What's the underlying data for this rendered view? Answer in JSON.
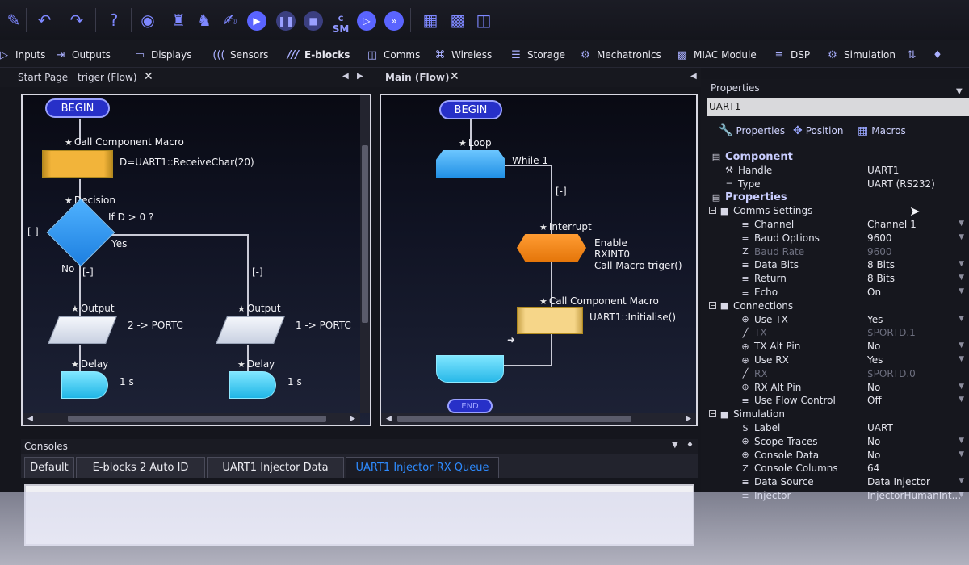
{
  "toolbar": {
    "icons": [
      "document-icon",
      "undo-icon",
      "redo-icon",
      "help-icon",
      "view-icon",
      "ghost-icon",
      "debug-icon",
      "inspect-icon",
      "play-icon",
      "pause-icon",
      "stop-icon",
      "step-into-icon",
      "step-over-icon",
      "fast-forward-icon",
      "calculator-icon",
      "chip-icon",
      "download-icon"
    ],
    "step_label": "SM"
  },
  "menu": {
    "items": [
      {
        "label": "Inputs",
        "icon": "inputs-icon"
      },
      {
        "label": "Outputs",
        "icon": "outputs-icon"
      },
      {
        "label": "Displays",
        "icon": "displays-icon"
      },
      {
        "label": "Sensors",
        "icon": "sensors-icon"
      },
      {
        "label": "E-blocks",
        "icon": "eblocks-icon"
      },
      {
        "label": "Comms",
        "icon": "comms-icon"
      },
      {
        "label": "Wireless",
        "icon": "wireless-icon"
      },
      {
        "label": "Storage",
        "icon": "storage-icon"
      },
      {
        "label": "Mechatronics",
        "icon": "mechatronics-icon"
      },
      {
        "label": "MIAC Module",
        "icon": "miac-icon"
      },
      {
        "label": "DSP",
        "icon": "dsp-icon"
      },
      {
        "label": "Simulation",
        "icon": "simulation-icon"
      }
    ]
  },
  "tabs": {
    "start_page": "Start Page",
    "trigger_flow": "triger (Flow)",
    "main_flow": "Main (Flow)",
    "close": "✕"
  },
  "left_flow": {
    "begin": "BEGIN",
    "call_macro_label": "Call Component Macro",
    "call_macro_text": "D=UART1::ReceiveChar(20)",
    "decision_label": "Decision",
    "decision_text": "If D > 0 ?",
    "yes": "Yes",
    "no": "No",
    "branch_marker": "[-]",
    "output_label": "Output",
    "output_no_text": "2 -> PORTC",
    "output_yes_text": "1 -> PORTC",
    "delay_label": "Delay",
    "delay_text": "1 s"
  },
  "main_flow": {
    "begin": "BEGIN",
    "loop_label": "Loop",
    "loop_text": "While 1",
    "branch_marker": "[-]",
    "interrupt_label": "Interrupt",
    "interrupt_lines": [
      "Enable",
      "RXINT0",
      "Call Macro triger()"
    ],
    "call_macro_label": "Call Component Macro",
    "call_macro_text": "UART1::Initialise()",
    "end_partial": "END"
  },
  "properties": {
    "title": "Properties",
    "component_name": "UART1",
    "tabs": [
      "Properties",
      "Position",
      "Macros"
    ],
    "rows": [
      {
        "key": "Component",
        "val": "",
        "kind": "section",
        "indent": 0,
        "icon": "component-icon"
      },
      {
        "key": "Handle",
        "val": "UART1",
        "kind": "row",
        "indent": 1,
        "icon": "wrench-icon"
      },
      {
        "key": "Type",
        "val": "UART (RS232)",
        "kind": "row",
        "indent": 1,
        "icon": "dash-icon"
      },
      {
        "key": "Properties",
        "val": "",
        "kind": "section",
        "indent": 0,
        "icon": "properties-icon"
      },
      {
        "key": "Comms Settings",
        "val": "",
        "kind": "group",
        "indent": 0,
        "icon": "folder-icon"
      },
      {
        "key": "Channel",
        "val": "Channel 1",
        "kind": "row",
        "indent": 2,
        "icon": "list-icon",
        "drop": true
      },
      {
        "key": "Baud Options",
        "val": "9600",
        "kind": "row",
        "indent": 2,
        "icon": "list-icon",
        "drop": true
      },
      {
        "key": "Baud Rate",
        "val": "9600",
        "kind": "dim",
        "indent": 2,
        "icon": "z-icon"
      },
      {
        "key": "Data Bits",
        "val": "8 Bits",
        "kind": "row",
        "indent": 2,
        "icon": "list-icon",
        "drop": true
      },
      {
        "key": "Return",
        "val": "8 Bits",
        "kind": "row",
        "indent": 2,
        "icon": "list-icon",
        "drop": true
      },
      {
        "key": "Echo",
        "val": "On",
        "kind": "row",
        "indent": 2,
        "icon": "list-icon",
        "drop": true
      },
      {
        "key": "Connections",
        "val": "",
        "kind": "group",
        "indent": 0,
        "icon": "folder-icon"
      },
      {
        "key": "Use TX",
        "val": "Yes",
        "kind": "row",
        "indent": 2,
        "icon": "plus-circle-icon",
        "drop": true
      },
      {
        "key": "TX",
        "val": "$PORTD.1",
        "kind": "dim",
        "indent": 2,
        "icon": "pin-icon"
      },
      {
        "key": "TX Alt Pin",
        "val": "No",
        "kind": "row",
        "indent": 2,
        "icon": "plus-circle-icon",
        "drop": true
      },
      {
        "key": "Use RX",
        "val": "Yes",
        "kind": "row",
        "indent": 2,
        "icon": "plus-circle-icon",
        "drop": true
      },
      {
        "key": "RX",
        "val": "$PORTD.0",
        "kind": "dim",
        "indent": 2,
        "icon": "pin-icon"
      },
      {
        "key": "RX Alt Pin",
        "val": "No",
        "kind": "row",
        "indent": 2,
        "icon": "plus-circle-icon",
        "drop": true
      },
      {
        "key": "Use Flow Control",
        "val": "Off",
        "kind": "row",
        "indent": 2,
        "icon": "list-icon",
        "drop": true
      },
      {
        "key": "Simulation",
        "val": "",
        "kind": "group",
        "indent": 0,
        "icon": "folder-icon"
      },
      {
        "key": "Label",
        "val": "UART",
        "kind": "row",
        "indent": 2,
        "icon": "s-icon"
      },
      {
        "key": "Scope Traces",
        "val": "No",
        "kind": "row",
        "indent": 2,
        "icon": "plus-circle-icon",
        "drop": true
      },
      {
        "key": "Console Data",
        "val": "No",
        "kind": "row",
        "indent": 2,
        "icon": "plus-circle-icon",
        "drop": true
      },
      {
        "key": "Console Columns",
        "val": "64",
        "kind": "row",
        "indent": 2,
        "icon": "z-icon"
      },
      {
        "key": "Data Source",
        "val": "Data Injector",
        "kind": "row",
        "indent": 2,
        "icon": "list-icon",
        "drop": true
      },
      {
        "key": "Injector",
        "val": "InjectorHumanInt...",
        "kind": "row",
        "indent": 2,
        "icon": "list-icon",
        "drop": true
      }
    ]
  },
  "consoles": {
    "title": "Consoles",
    "tabs": [
      "Default",
      "E-blocks 2 Auto ID",
      "UART1 Injector Data",
      "UART1 Injector RX Queue"
    ],
    "active_tab": 3
  }
}
